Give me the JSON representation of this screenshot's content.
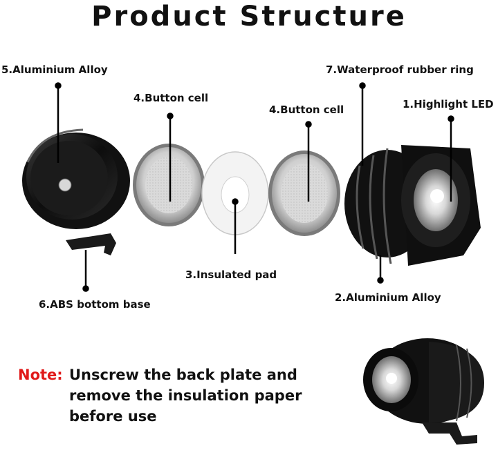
{
  "title": "Product Structure",
  "labels": {
    "aluminium_alloy_5": "5.Aluminium Alloy",
    "button_cell_4a": "4.Button cell",
    "button_cell_4b": "4.Button cell",
    "waterproof_ring_7": "7.Waterproof rubber ring",
    "highlight_led_1": "1.Highlight LED",
    "insulated_pad_3": "3.Insulated pad",
    "abs_base_6": "6.ABS bottom base",
    "aluminium_alloy_2": "2.Aluminium Alloy"
  },
  "note": {
    "key": "Note:",
    "text": "Unscrew the back plate and remove the insulation paper before use"
  }
}
